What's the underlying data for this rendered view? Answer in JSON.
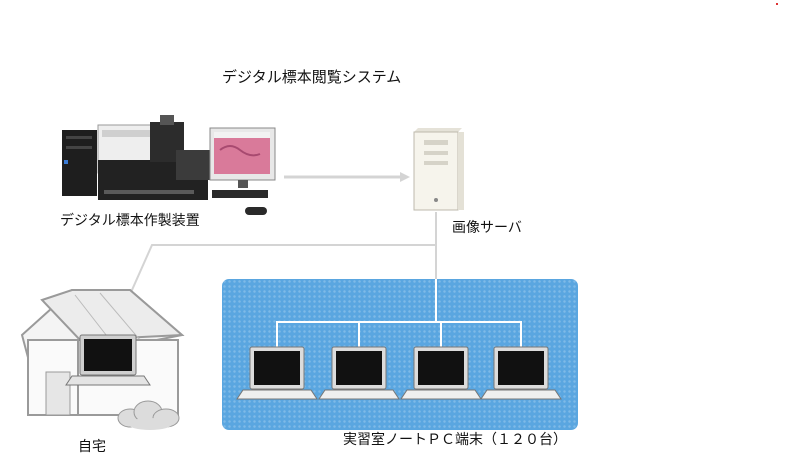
{
  "title": "デジタル標本閲覧システム",
  "scanner": {
    "label": "デジタル標本作製装置"
  },
  "server": {
    "label": "画像サーバ"
  },
  "home": {
    "label": "自宅"
  },
  "lab": {
    "label": "実習室ノートＰＣ端末（１２０台）",
    "pc_count": 4
  },
  "colors": {
    "lab_background": "#5aa6e0",
    "line": "#d4d4d4",
    "network_line": "#ffffff",
    "screen": "#111111"
  },
  "icons": [
    "scanner-icon",
    "monitor-icon",
    "server-icon",
    "house-icon",
    "laptop-icon",
    "cloud-icon"
  ]
}
